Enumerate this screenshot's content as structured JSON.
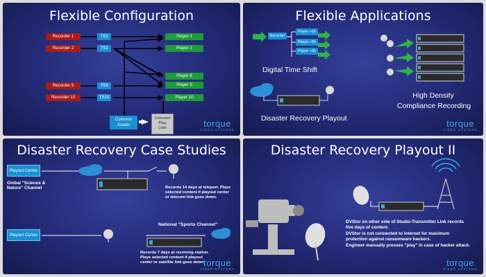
{
  "panel1": {
    "title": "Flexible Configuration",
    "recorders": [
      "Recorder 1",
      "Recorder 2",
      "Recorder 9",
      "Recorder 10"
    ],
    "ts": [
      "TS1",
      "TS2",
      "TS9",
      "TS10"
    ],
    "players": [
      "Player 1",
      "Player 2",
      "Player 8",
      "Player 9",
      "Player 10"
    ],
    "assets": [
      "Common",
      "Assets"
    ],
    "playlists": [
      "Common",
      "Play",
      "Lists"
    ]
  },
  "panel2": {
    "title": "Flexible Applications",
    "recorder": "Recorder",
    "players": [
      "Player +1h",
      "Player +2h",
      "Player +3h"
    ],
    "label_timeshift": "Digital Time Shift",
    "label_compliance_1": "High Density",
    "label_compliance_2": "Compliance Recording",
    "label_disaster": "Disaster Recovery Playout"
  },
  "panel3": {
    "title": "Disaster Recovery Case Studies",
    "playout_center": "Playout Center",
    "channel1_line1": "Global \"Science &",
    "channel1_line2": "Nature\" Channel",
    "note1": [
      "Records 14 days at teleport. Plays",
      "selected content if playout center",
      "or telecom link goes down."
    ],
    "channel2": "National \"Sports Channel\"",
    "note2": [
      "Records 7 days at receiving station.",
      "Plays selected content if playout",
      "center or satellite link goes down."
    ]
  },
  "panel4": {
    "title": "Disaster Recovery Playout II",
    "lines": [
      "DVStor on other side of Studio-Transmitter Link records",
      "five days of content.",
      "DVStor is not connected to internet for maximum",
      "protection against ransomware hackers.",
      "Engineer manually presses \"play\" in case of hacker attack."
    ]
  },
  "logo": {
    "brand": "torque",
    "sub": "VIDEO SYSTEMS"
  },
  "colors": {
    "background": "#232a76",
    "recorder": "#a81c1c",
    "ts": "#1a8fd4",
    "player": "#1f9a3c",
    "logo": "#45a8e6"
  }
}
